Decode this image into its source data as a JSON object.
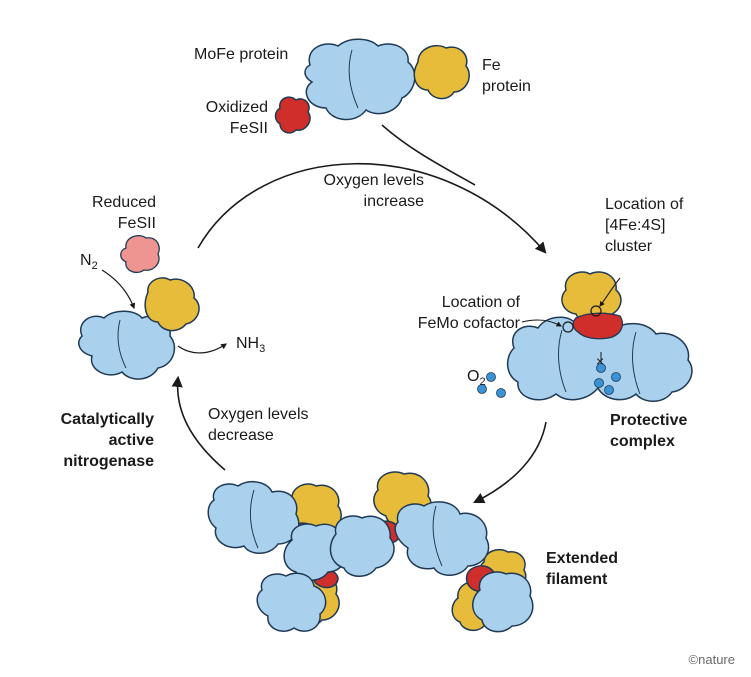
{
  "labels": {
    "mofe_protein": "MoFe protein",
    "fe_protein_1": "Fe",
    "fe_protein_2": "protein",
    "oxidized_1": "Oxidized",
    "oxidized_2": "FeSII",
    "reduced_1": "Reduced",
    "reduced_2": "FeSII",
    "n2_main": "N",
    "n2_sub": "2",
    "nh3_main": "NH",
    "nh3_sub": "3",
    "o2_main": "O",
    "o2_sub": "2",
    "oxygen_increase_1": "Oxygen levels",
    "oxygen_increase_2": "increase",
    "oxygen_decrease_1": "Oxygen levels",
    "oxygen_decrease_2": "decrease",
    "cluster_1": "Location of",
    "cluster_2": "[4Fe:4S]",
    "cluster_3": "cluster",
    "cofactor_1": "Location of",
    "cofactor_2": "FeMo cofactor",
    "blocked_mark": "×",
    "catalytic_1": "Catalytically",
    "catalytic_2": "active",
    "catalytic_3": "nitrogenase",
    "protective_1": "Protective",
    "protective_2": "complex",
    "filament_1": "Extended",
    "filament_2": "filament",
    "credit": "©nature"
  },
  "colors": {
    "mofe_blue": "#a9d1ee",
    "fe_yellow": "#e7bc3a",
    "oxidized_red": "#cf2e2a",
    "reduced_pink": "#ee9592",
    "oxygen_dot": "#3a93d6",
    "outline": "#1f3a54",
    "arrow": "#1a1a1a"
  }
}
